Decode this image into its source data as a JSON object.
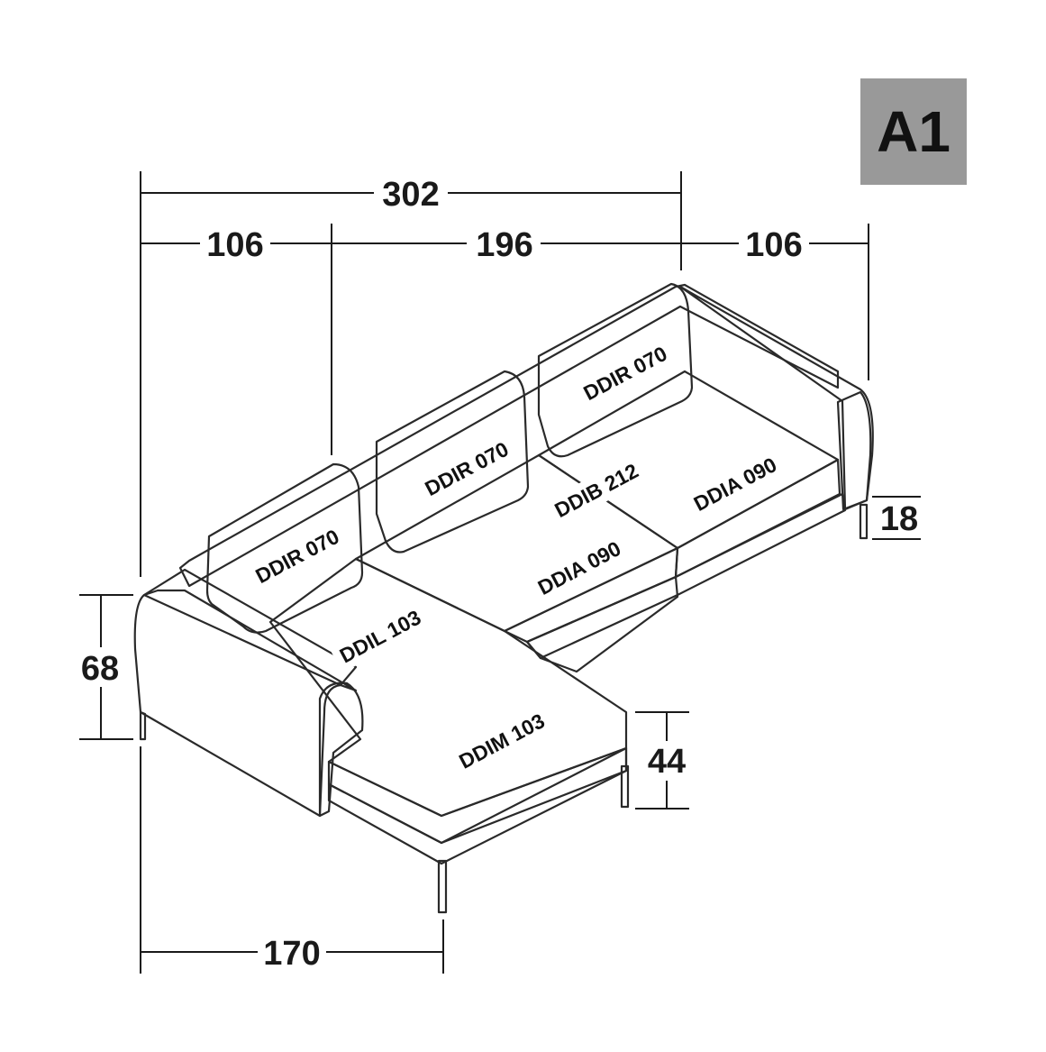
{
  "badge": {
    "label": "A1",
    "color": "#999999"
  },
  "dimensions": {
    "total_width": "302",
    "left_section": "106",
    "middle_section": "196",
    "right_section": "106",
    "height": "68",
    "seat_height": "44",
    "leg_height": "18",
    "chaise_depth": "170"
  },
  "modules": {
    "back_cushion_left": "DDIR 070",
    "back_cushion_middle": "DDIR 070",
    "back_cushion_right": "DDIR 070",
    "base_module": "DDIB 212",
    "seat_right": "DDIA 090",
    "seat_middle": "DDIA 090",
    "chaise_back": "DDIL 103",
    "chaise_seat": "DDIM 103"
  },
  "colors": {
    "sofa_light": "#f0f0f0",
    "sofa_mid": "#e3e3e3",
    "sofa_shade": "#d2d2d2",
    "outline": "#2a2a2a"
  }
}
